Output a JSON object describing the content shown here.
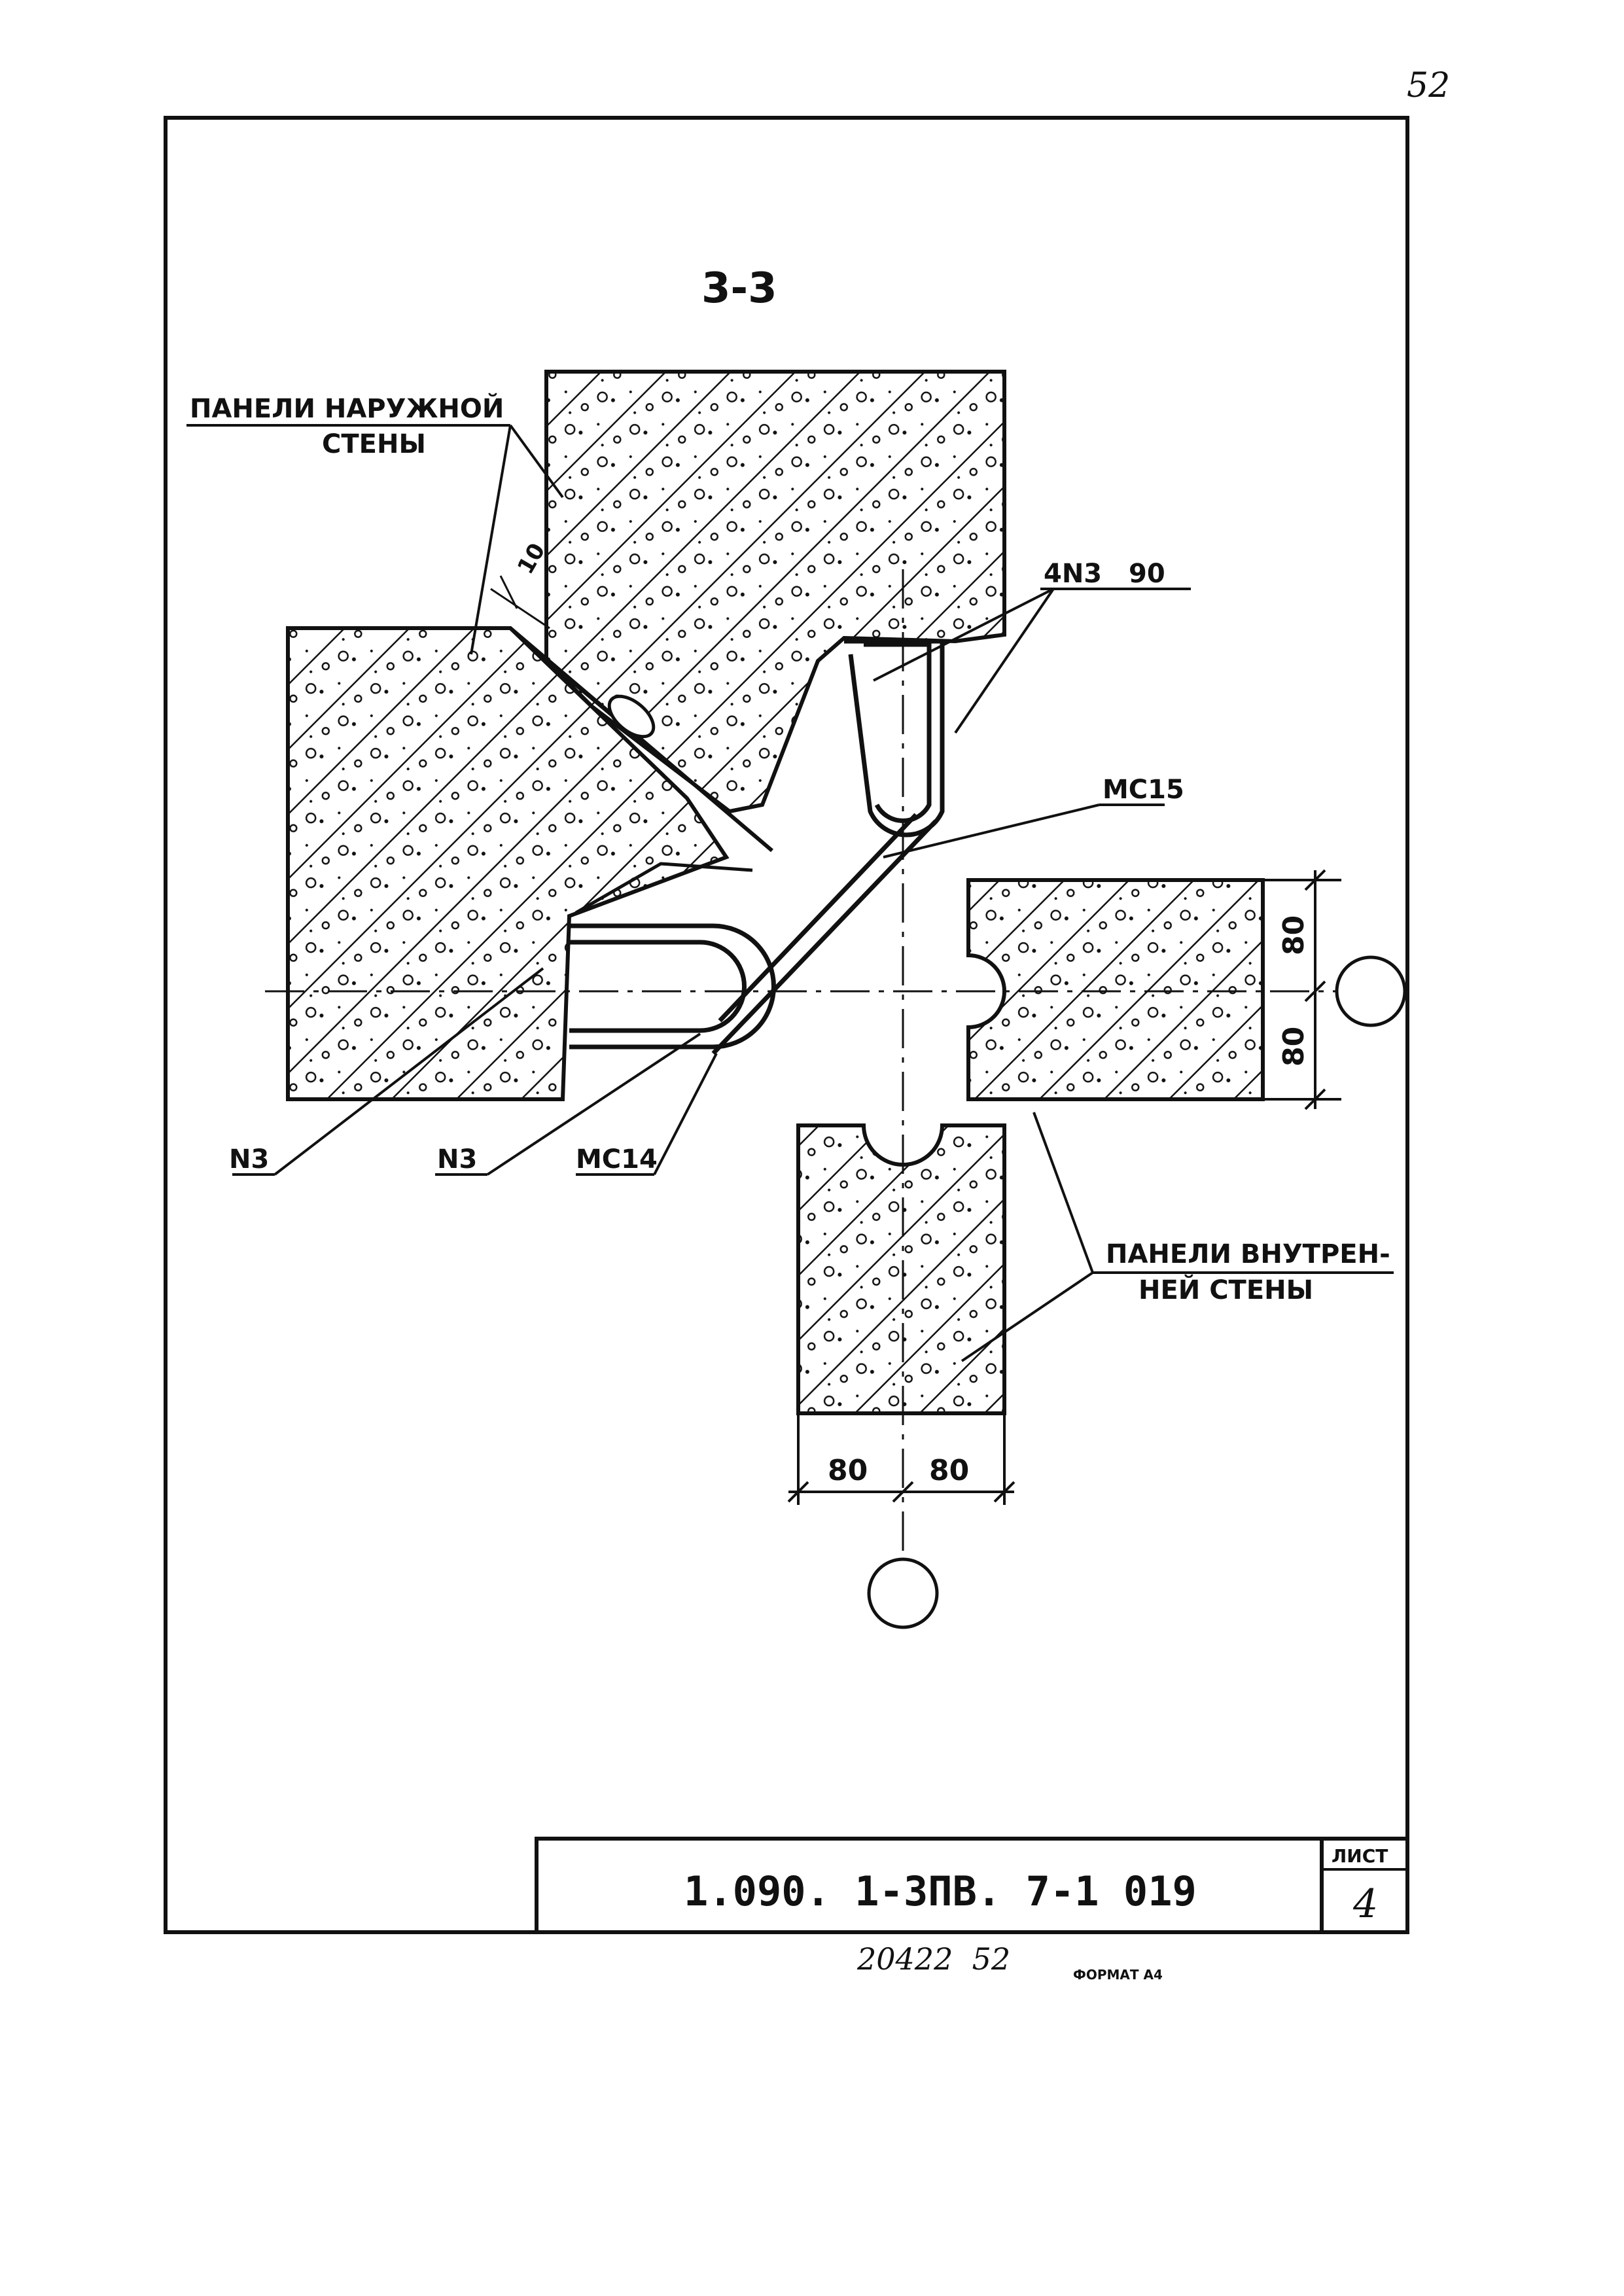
{
  "page_number": "52",
  "section_title": "3-3",
  "labels": {
    "outer_panels_line1": "ПАНЕЛИ НАРУЖНОЙ",
    "outer_panels_line2": "СТЕНЫ",
    "inner_panels_line1": "ПАНЕЛИ ВНУТРЕН-",
    "inner_panels_line2": "НЕЙ СТЕНЫ",
    "n3_left": "N3",
    "n3_mid": "N3",
    "mc14": "МС14",
    "mc15": "МС15",
    "weld": "4N3",
    "weld_value": "90",
    "gap": "10"
  },
  "dimensions": {
    "right_top": "80",
    "right_bottom": "80",
    "bottom_left": "80",
    "bottom_right": "80"
  },
  "title_block": {
    "code": "1.090. 1-3ПВ. 7-1    019",
    "sheet_label": "ЛИСТ",
    "sheet_number": "4"
  },
  "footer": {
    "handwritten": "20422  52",
    "format": "ФОРМАТ А4"
  }
}
